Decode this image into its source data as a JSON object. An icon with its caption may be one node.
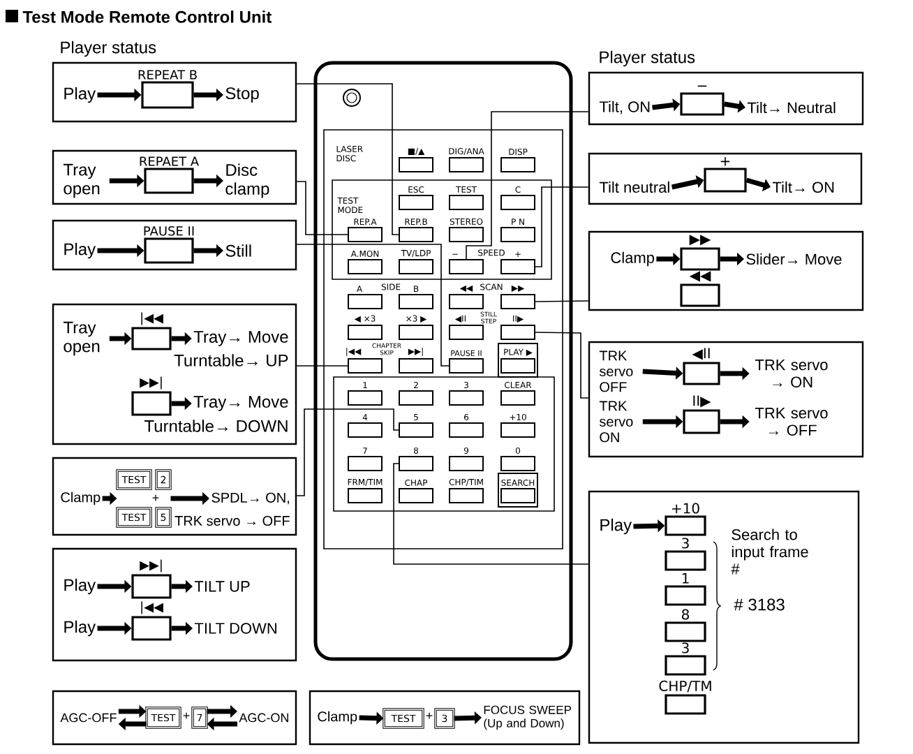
{
  "diagram": {
    "title": "Test Mode Remote Control Unit",
    "nodes": [
      {
        "text": [],
        "shape": "box"
      },
      {
        "text": [
          "Play"
        ],
        "in": 0
      },
      {
        "text": [
          "REPEAT B"
        ],
        "in": 0
      },
      {
        "text": [
          "Stop"
        ],
        "in": 0
      },
      {
        "text": [],
        "shape": "box"
      },
      {
        "text": [
          "Tray open"
        ],
        "in": 4
      },
      {
        "text": [
          "REPAET A"
        ],
        "in": 4
      },
      {
        "text": [
          "Disc clamp"
        ],
        "in": 4
      },
      {
        "text": [],
        "shape": "box"
      },
      {
        "text": [
          "Play"
        ],
        "in": 8
      },
      {
        "text": [
          "PAUSE II"
        ],
        "in": 8
      },
      {
        "text": [
          "Still"
        ],
        "in": 8
      },
      {
        "text": [],
        "shape": "box"
      },
      {
        "text": [
          "Tray open"
        ],
        "in": 12
      },
      {
        "text": [
          "|◀◀"
        ],
        "in": 12
      },
      {
        "text": [
          "Tray→ Move",
          "Turntable→ UP"
        ],
        "in": 12
      },
      {
        "text": [
          "▶▶|"
        ],
        "in": 12
      },
      {
        "text": [
          "Tray→ Move",
          "Turntable→ DOWN"
        ],
        "in": 12
      },
      {
        "text": [],
        "shape": "box"
      },
      {
        "text": [
          "Clamp"
        ],
        "in": 18
      },
      {
        "text": [
          "TEST"
        ],
        "in": 18
      },
      {
        "text": [
          "2"
        ],
        "in": 18
      },
      {
        "text": [
          "TEST"
        ],
        "in": 18
      },
      {
        "text": [
          "5"
        ],
        "in": 18
      },
      {
        "text": [
          "SPDL→ ON,",
          "TRK servo → OFF"
        ],
        "in": 18
      },
      {
        "text": [],
        "shape": "box"
      },
      {
        "text": [
          "Play"
        ],
        "in": 25
      },
      {
        "text": [
          "▶▶|"
        ],
        "in": 25
      },
      {
        "text": [
          "TILT UP"
        ],
        "in": 25
      },
      {
        "text": [
          "Play"
        ],
        "in": 25
      },
      {
        "text": [
          "|◀◀"
        ],
        "in": 25
      },
      {
        "text": [
          "TILT DOWN"
        ],
        "in": 25
      },
      {
        "text": [],
        "shape": "box"
      },
      {
        "text": [
          "AGC-OFF"
        ],
        "in": 32
      },
      {
        "text": [
          "TEST"
        ],
        "in": 32
      },
      {
        "text": [
          "7"
        ],
        "in": 32
      },
      {
        "text": [
          "AGC-ON"
        ],
        "in": 32
      },
      {
        "text": [],
        "shape": "box"
      },
      {
        "text": [
          "Clamp"
        ],
        "in": 37
      },
      {
        "text": [
          "TEST"
        ],
        "in": 37
      },
      {
        "text": [
          "3"
        ],
        "in": 37
      },
      {
        "text": [
          "FOCUS SWEEP (Up and Down)"
        ],
        "in": 37
      },
      {
        "text": [],
        "shape": "box"
      },
      {
        "text": [
          "Tilt, ON"
        ],
        "in": 42
      },
      {
        "text": [
          "−"
        ],
        "in": 42
      },
      {
        "text": [
          "Tilt→ Neutral"
        ],
        "in": 42
      },
      {
        "text": [],
        "shape": "box"
      },
      {
        "text": [
          "Tilt neutral"
        ],
        "in": 46
      },
      {
        "text": [
          "+"
        ],
        "in": 46
      },
      {
        "text": [
          "Tilt→ ON"
        ],
        "in": 46
      },
      {
        "text": [],
        "shape": "box"
      },
      {
        "text": [
          "Clamp"
        ],
        "in": 50
      },
      {
        "text": [
          "▶▶"
        ],
        "in": 50
      },
      {
        "text": [
          "Slider→ Move"
        ],
        "in": 50
      },
      {
        "text": [
          "◀◀"
        ],
        "in": 50
      },
      {
        "text": [],
        "shape": "box"
      },
      {
        "text": [
          "TRK servo OFF"
        ],
        "in": 55
      },
      {
        "text": [
          "◀II"
        ],
        "in": 55
      },
      {
        "text": [
          "TRK servo → ON"
        ],
        "in": 55
      },
      {
        "text": [
          "TRK servo ON"
        ],
        "in": 55
      },
      {
        "text": [
          "II▶"
        ],
        "in": 55
      },
      {
        "text": [
          "TRK servo → OFF"
        ],
        "in": 55
      },
      {
        "text": [],
        "shape": "box"
      },
      {
        "text": [
          "Play"
        ],
        "in": 62
      },
      {
        "text": [
          "+10"
        ],
        "in": 62
      },
      {
        "text": [
          "3"
        ],
        "in": 62
      },
      {
        "text": [
          "1"
        ],
        "in": 62
      },
      {
        "text": [
          "8"
        ],
        "in": 62
      },
      {
        "text": [
          "3"
        ],
        "in": 62
      },
      {
        "text": [
          "CHP/TM"
        ],
        "in": 62
      },
      {
        "text": [
          "■/▲"
        ]
      },
      {
        "text": [
          "DIG/ANA"
        ]
      },
      {
        "text": [
          "DISP"
        ]
      },
      {
        "text": [
          "ESC"
        ]
      },
      {
        "text": [
          "TEST"
        ]
      },
      {
        "text": [
          "C"
        ]
      },
      {
        "text": [
          "REP.A"
        ]
      },
      {
        "text": [
          "REP.B"
        ]
      },
      {
        "text": [
          "STEREO"
        ]
      },
      {
        "text": [
          "P N"
        ]
      },
      {
        "text": [
          "A.MON"
        ]
      },
      {
        "text": [
          "TV/LDP"
        ]
      },
      {
        "text": [
          "−"
        ]
      },
      {
        "text": [
          "+"
        ]
      },
      {
        "text": [
          "A"
        ]
      },
      {
        "text": [
          "B"
        ]
      },
      {
        "text": [
          "◀◀"
        ]
      },
      {
        "text": [
          "▶▶"
        ]
      },
      {
        "text": [
          "◀ ×3"
        ]
      },
      {
        "text": [
          "×3 ▶"
        ]
      },
      {
        "text": [
          "◀II"
        ]
      },
      {
        "text": [
          "II▶"
        ]
      },
      {
        "text": [
          "|◀◀"
        ]
      },
      {
        "text": [
          "▶▶|"
        ]
      },
      {
        "text": [
          "PAUSE II"
        ]
      },
      {
        "text": [
          "PLAY ▶"
        ]
      },
      {
        "text": [
          "1"
        ]
      },
      {
        "text": [
          "2"
        ]
      },
      {
        "text": [
          "3"
        ]
      },
      {
        "text": [
          "CLEAR"
        ]
      },
      {
        "text": [
          "4"
        ]
      },
      {
        "text": [
          "5"
        ]
      },
      {
        "text": [
          "6"
        ]
      },
      {
        "text": [
          "+10"
        ]
      },
      {
        "text": [
          "7"
        ]
      },
      {
        "text": [
          "8"
        ]
      },
      {
        "text": [
          "9"
        ]
      },
      {
        "text": [
          "0"
        ]
      },
      {
        "text": [
          "FRM/TIM"
        ]
      },
      {
        "text": [
          "CHAP"
        ]
      },
      {
        "text": [
          "CHP/TIM"
        ]
      },
      {
        "text": [
          "SEARCH"
        ]
      }
    ],
    "edges": [
      {
        "from": 1,
        "to": 2,
        "arrow": "to"
      },
      {
        "from": 2,
        "to": 3,
        "arrow": "to"
      },
      {
        "from": 5,
        "to": 6,
        "arrow": "to"
      },
      {
        "from": 6,
        "to": 7,
        "arrow": "to"
      },
      {
        "from": 9,
        "to": 10,
        "arrow": "to"
      },
      {
        "from": 10,
        "to": 11,
        "arrow": "to"
      },
      {
        "from": 13,
        "to": 14,
        "arrow": "to"
      },
      {
        "from": 14,
        "to": 15,
        "arrow": "to"
      },
      {
        "from": 16,
        "to": 17,
        "arrow": "to"
      },
      {
        "from": 19,
        "to": 20,
        "arrow": "to"
      },
      {
        "from": 21,
        "to": 24,
        "arrow": "to"
      },
      {
        "from": 26,
        "to": 27,
        "arrow": "to"
      },
      {
        "from": 27,
        "to": 28,
        "arrow": "to"
      },
      {
        "from": 29,
        "to": 30,
        "arrow": "to"
      },
      {
        "from": 30,
        "to": 31,
        "arrow": "to"
      },
      {
        "from": 33,
        "to": 34,
        "arrow": "to"
      },
      {
        "from": 34,
        "to": 33,
        "arrow": "to"
      },
      {
        "from": 35,
        "to": 36,
        "arrow": "to"
      },
      {
        "from": 36,
        "to": 35,
        "arrow": "to"
      },
      {
        "from": 38,
        "to": 39,
        "arrow": "to"
      },
      {
        "from": 40,
        "to": 41,
        "arrow": "to"
      },
      {
        "from": 43,
        "to": 44,
        "arrow": "to"
      },
      {
        "from": 44,
        "to": 45,
        "arrow": "to"
      },
      {
        "from": 47,
        "to": 48,
        "arrow": "to"
      },
      {
        "from": 48,
        "to": 49,
        "arrow": "to"
      },
      {
        "from": 51,
        "to": 52,
        "arrow": "to"
      },
      {
        "from": 52,
        "to": 53,
        "arrow": "to"
      },
      {
        "from": 56,
        "to": 57,
        "arrow": "to"
      },
      {
        "from": 57,
        "to": 58,
        "arrow": "to"
      },
      {
        "from": 59,
        "to": 60,
        "arrow": "to"
      },
      {
        "from": 60,
        "to": 61,
        "arrow": "to"
      },
      {
        "from": 63,
        "to": 64,
        "arrow": "to"
      },
      {
        "from": 0,
        "to": 77,
        "arrow": "none"
      },
      {
        "from": 4,
        "to": 76,
        "arrow": "none"
      },
      {
        "from": 8,
        "to": 94,
        "arrow": "none"
      },
      {
        "from": 12,
        "to": 92,
        "arrow": "none"
      },
      {
        "from": 18,
        "to": 101,
        "arrow": "none"
      },
      {
        "from": 42,
        "to": 82,
        "arrow": "none"
      },
      {
        "from": 46,
        "to": 83,
        "arrow": "none"
      },
      {
        "from": 50,
        "to": 87,
        "arrow": "none"
      },
      {
        "from": 55,
        "to": 91,
        "arrow": "none"
      },
      {
        "from": 62,
        "to": 105,
        "arrow": "none"
      }
    ],
    "labels": [
      "Player status",
      "Player status",
      "LASER DISC",
      "TEST MODE",
      "SPEED",
      "SIDE",
      "SCAN",
      "STILL STEP",
      "CHAPTER SKIP",
      "+",
      "+",
      "+",
      "Search to input frame #",
      "# 3183"
    ]
  }
}
